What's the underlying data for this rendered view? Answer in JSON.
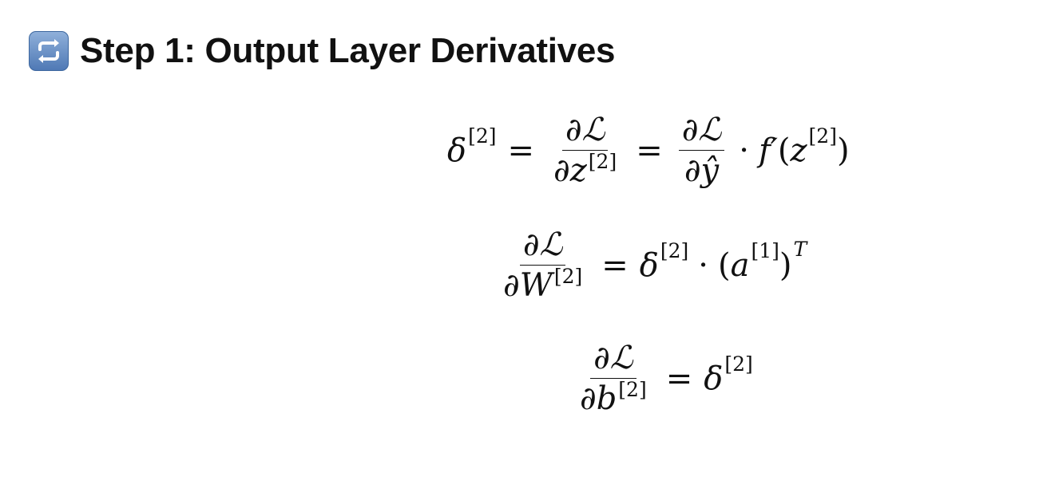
{
  "heading": {
    "icon": "repeat-arrows-icon",
    "title": "Step 1: Output Layer Derivatives",
    "icon_color": "#5b83bd"
  },
  "equations": {
    "eq1": {
      "delta": "δ",
      "layer2": "[2]",
      "equals": "=",
      "partial": "∂",
      "loss": "ℒ",
      "z": "z",
      "yhat": "ŷ",
      "cdot": "·",
      "fprime": "f′",
      "lparen": "(",
      "rparen": ")"
    },
    "eq2": {
      "partial": "∂",
      "loss": "ℒ",
      "W": "W",
      "layer2": "[2]",
      "equals": "=",
      "delta": "δ",
      "cdot": "·",
      "a": "a",
      "layer1": "[1]",
      "lparen": "(",
      "rparen": ")",
      "T": "T"
    },
    "eq3": {
      "partial": "∂",
      "loss": "ℒ",
      "b": "b",
      "layer2": "[2]",
      "equals": "=",
      "delta": "δ"
    }
  }
}
